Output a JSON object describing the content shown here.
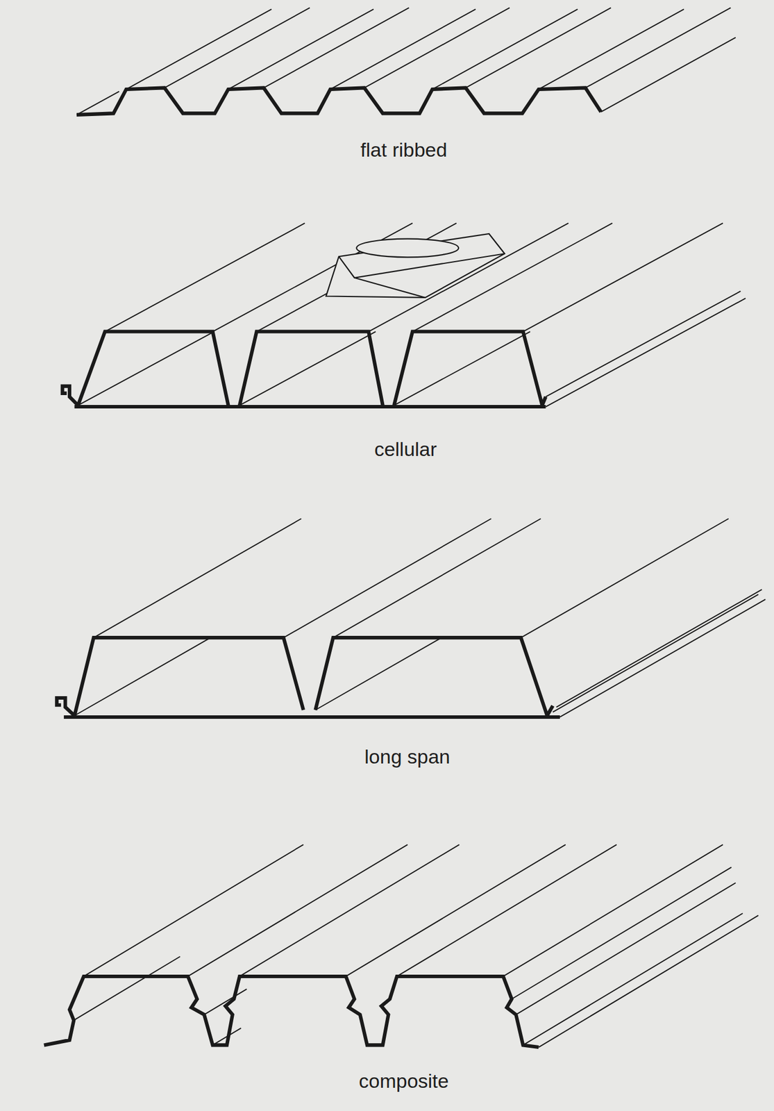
{
  "diagram": {
    "labels": [
      "flat ribbed",
      "cellular",
      "long span",
      "composite"
    ]
  }
}
